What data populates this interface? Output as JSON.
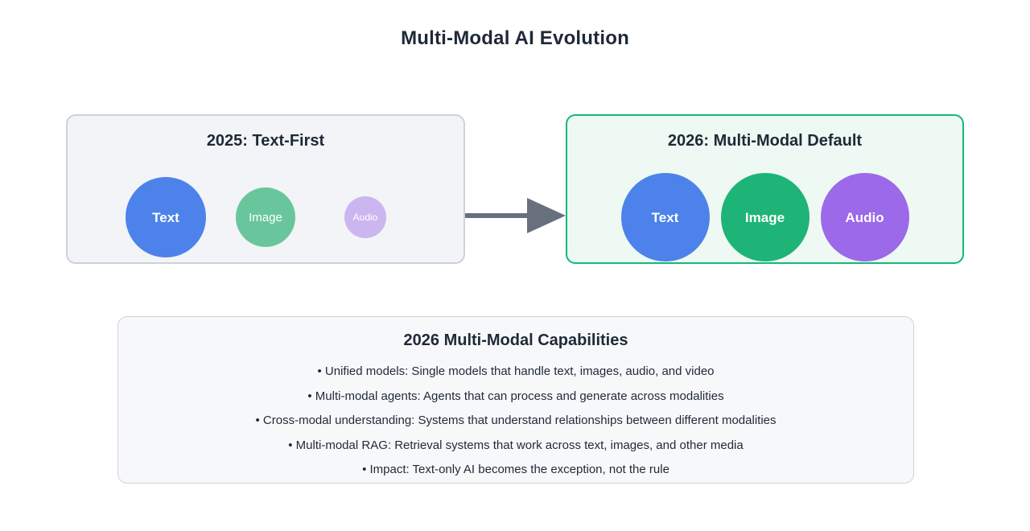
{
  "title": "Multi-Modal AI Evolution",
  "colors": {
    "heading_text": "#1f2937",
    "arrow": "#68707e",
    "left_panel_bg": "#f2f4f7",
    "left_panel_border": "#cdd2da",
    "right_panel_bg": "#edf9f2",
    "right_panel_border": "#14b876",
    "capabilities_bg": "#f7f8fa",
    "capabilities_border": "#cdd2da"
  },
  "panels": {
    "left": {
      "title": "2025: Text-First",
      "circles": [
        {
          "label": "Text",
          "color": "#4d82ea",
          "diameter": 100,
          "font_size": 17,
          "font_weight": 700
        },
        {
          "label": "Image",
          "color": "#69c69c",
          "diameter": 74,
          "font_size": 15,
          "font_weight": 500
        },
        {
          "label": "Audio",
          "color": "#ccb6ef",
          "diameter": 52,
          "font_size": 12,
          "font_weight": 500
        }
      ]
    },
    "right": {
      "title": "2026: Multi-Modal Default",
      "circles": [
        {
          "label": "Text",
          "color": "#4d82ea",
          "diameter": 110,
          "font_size": 17,
          "font_weight": 700
        },
        {
          "label": "Image",
          "color": "#1eb477",
          "diameter": 110,
          "font_size": 17,
          "font_weight": 700
        },
        {
          "label": "Audio",
          "color": "#9c69e9",
          "diameter": 110,
          "font_size": 17,
          "font_weight": 700
        }
      ]
    },
    "capabilities": {
      "title": "2026 Multi-Modal Capabilities",
      "bullets": [
        "• Unified models: Single models that handle text, images, audio, and video",
        "• Multi-modal agents: Agents that can process and generate across modalities",
        "• Cross-modal understanding: Systems that understand relationships between different modalities",
        "• Multi-modal RAG: Retrieval systems that work across text, images, and other media",
        "• Impact: Text-only AI becomes the exception, not the rule"
      ]
    }
  }
}
